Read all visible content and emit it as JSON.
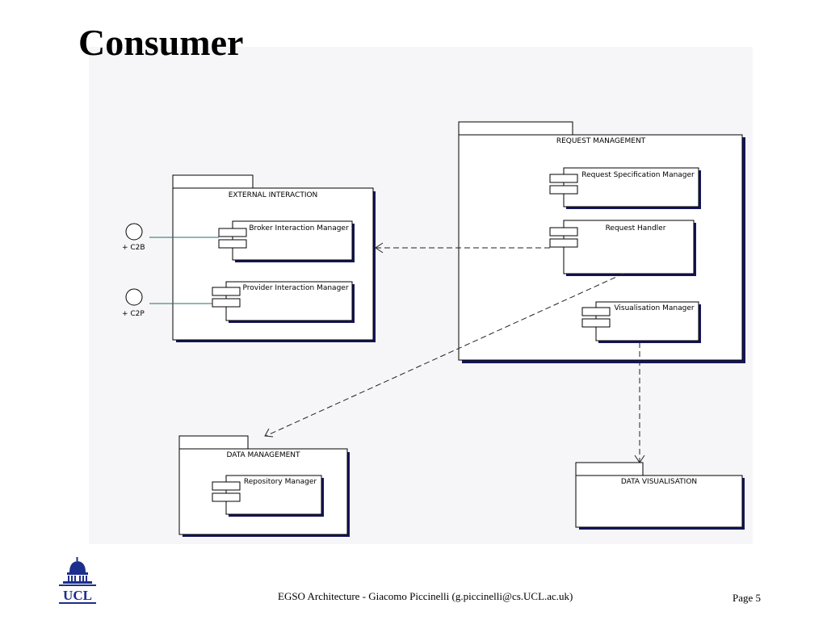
{
  "slide": {
    "title": "Consumer",
    "footer": "EGSO Architecture - Giacomo Piccinelli (g.piccinelli@cs.UCL.ac.uk)",
    "page": "Page 5",
    "logo_text": "UCL"
  },
  "packages": {
    "external_interaction": "EXTERNAL INTERACTION",
    "request_management": "REQUEST MANAGEMENT",
    "data_management": "DATA MANAGEMENT",
    "data_visualisation": "DATA VISUALISATION"
  },
  "components": {
    "broker_interaction_manager": "Broker Interaction Manager",
    "provider_interaction_manager": "Provider Interaction Manager",
    "request_specification_manager": "Request Specification Manager",
    "request_handler": "Request Handler",
    "visualisation_manager": "Visualisation Manager",
    "repository_manager": "Repository Manager"
  },
  "interfaces": {
    "c2b": "+ C2B",
    "c2p": "+ C2P"
  },
  "colors": {
    "shadow": "#15155a",
    "interface_line": "#2a6a6a",
    "logo_blue": "#1c2f8c",
    "diagram_bg": "#f6f6f8"
  }
}
